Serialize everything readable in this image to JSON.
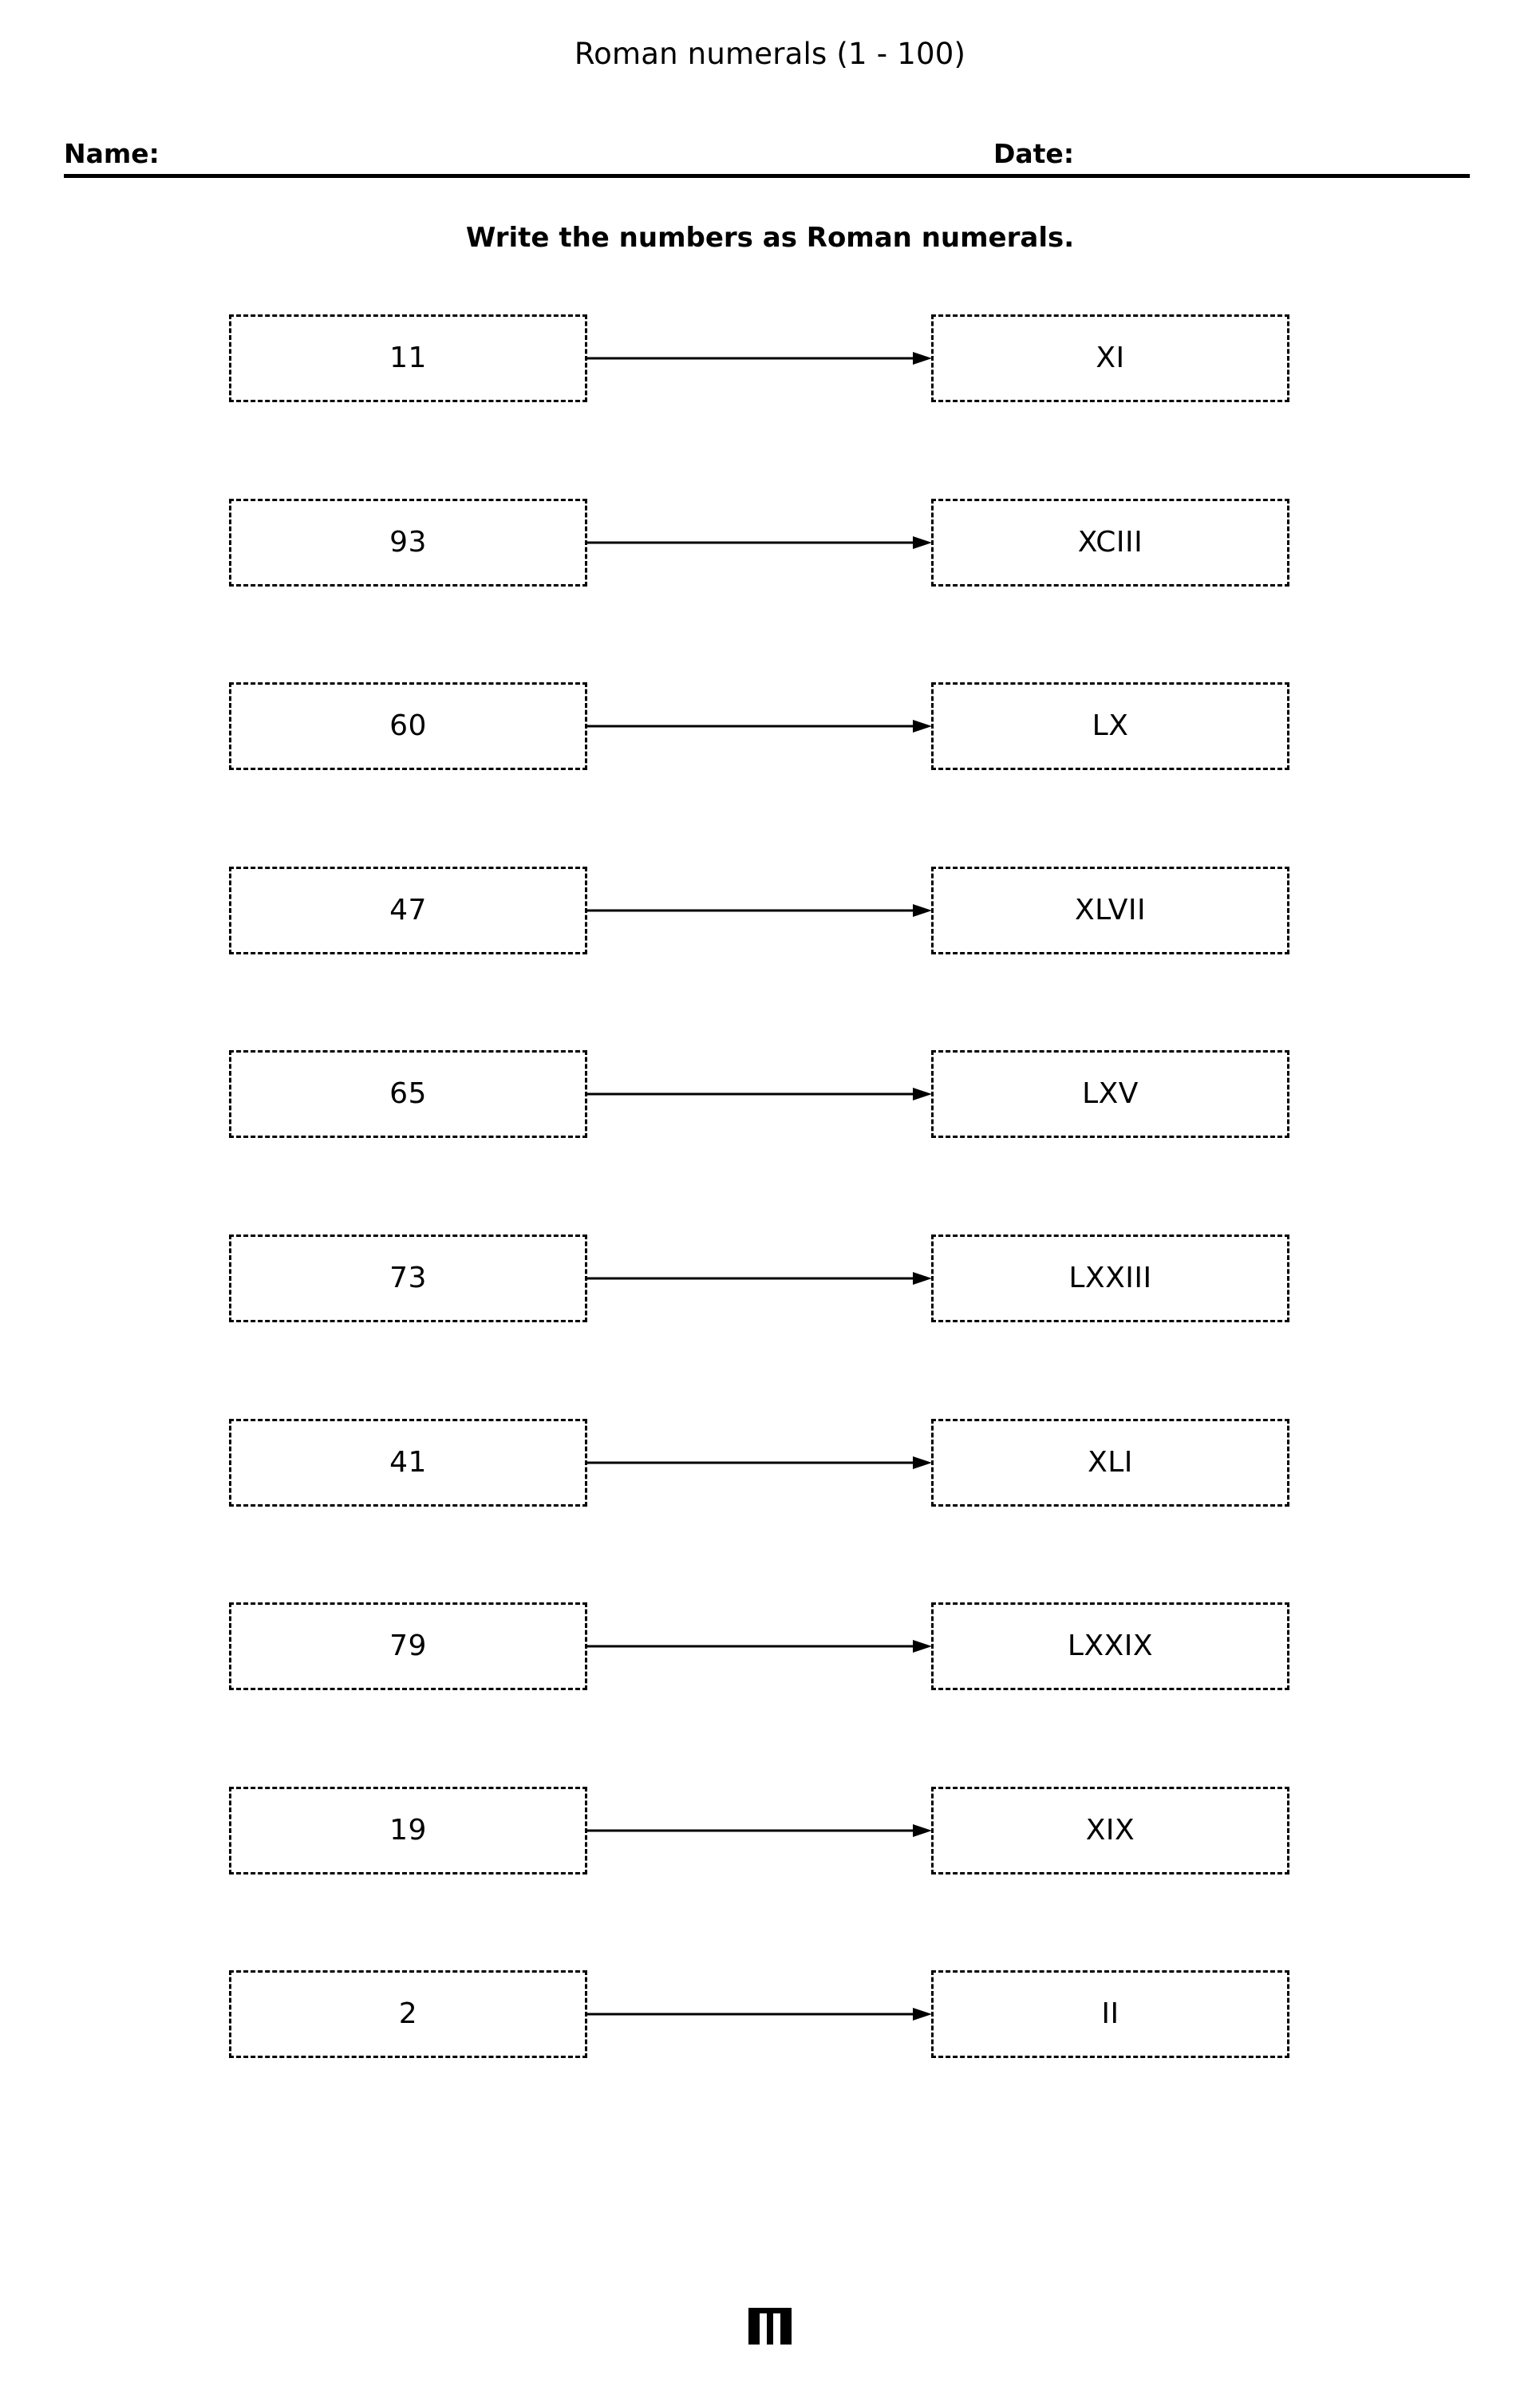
{
  "header": {
    "title": "Roman numerals (1 - 100)",
    "name_label": "Name:",
    "date_label": "Date:",
    "instruction": "Write the numbers as Roman numerals."
  },
  "problems": [
    {
      "number": "11",
      "numeral": "XI"
    },
    {
      "number": "93",
      "numeral": "XCIII"
    },
    {
      "number": "60",
      "numeral": "LX"
    },
    {
      "number": "47",
      "numeral": "XLVII"
    },
    {
      "number": "65",
      "numeral": "LXV"
    },
    {
      "number": "73",
      "numeral": "LXXIII"
    },
    {
      "number": "41",
      "numeral": "XLI"
    },
    {
      "number": "79",
      "numeral": "LXXIX"
    },
    {
      "number": "19",
      "numeral": "XIX"
    },
    {
      "number": "2",
      "numeral": "II"
    }
  ],
  "footer": {
    "logo_icon": "math-worksheet-logo-icon"
  },
  "colors": {
    "ink": "#000000",
    "paper": "#ffffff"
  }
}
